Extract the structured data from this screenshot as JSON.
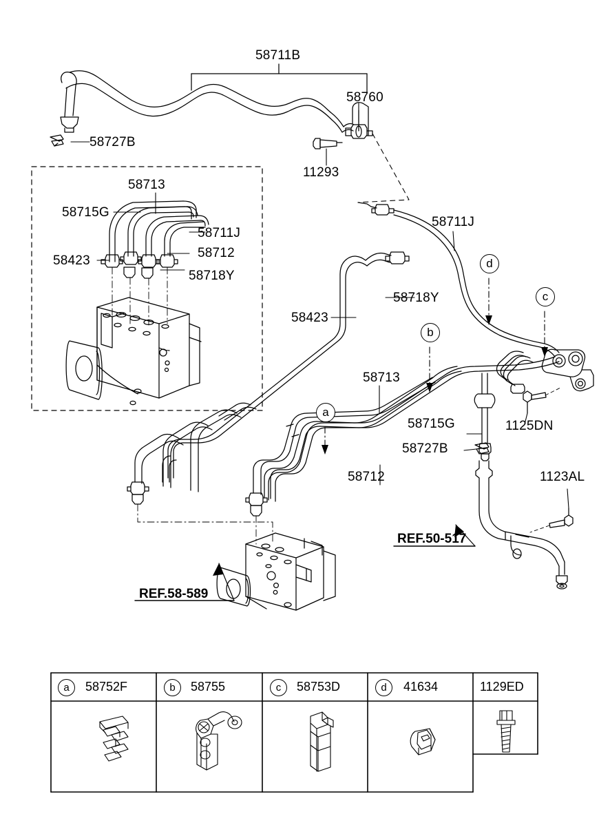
{
  "diagram": {
    "title": "Brake hydraulic line / ABS hydraulic module parts diagram",
    "background_color": "#ffffff",
    "line_color": "#000000"
  },
  "callouts": {
    "top": {
      "line_58711B": "58711B",
      "bracket_58760": "58760",
      "bolt_11293": "11293",
      "clip_58727B_top": "58727B"
    },
    "detail_box": {
      "tube_58713": "58713",
      "clip_58715G": "58715G",
      "tube_58711J": "58711J",
      "tube_58712": "58712",
      "tube_58718Y": "58718Y",
      "tube_58423": "58423"
    },
    "main": {
      "tube_58711J": "58711J",
      "tube_58718Y": "58718Y",
      "tube_58423": "58423",
      "tube_58713": "58713",
      "tube_58712": "58712",
      "clip_58715G": "58715G",
      "clip_58727B": "58727B",
      "bolt_1125DN": "1125DN",
      "bolt_1123AL": "1123AL"
    },
    "references": {
      "ref_lower_left": "REF.58-589",
      "ref_lower_right": "REF.50-517"
    },
    "markers": {
      "a": "a",
      "b": "b",
      "c": "c",
      "d": "d"
    }
  },
  "legend_table": {
    "columns": [
      {
        "marker": "a",
        "part_number": "58752F",
        "icon": "bracket-clip-stack-icon"
      },
      {
        "marker": "b",
        "part_number": "58755",
        "icon": "clamp-lever-icon"
      },
      {
        "marker": "c",
        "part_number": "58753D",
        "icon": "multi-tube-clip-icon"
      },
      {
        "marker": "d",
        "part_number": "41634",
        "icon": "small-clip-icon"
      },
      {
        "marker": "",
        "part_number": "1129ED",
        "icon": "flange-bolt-icon"
      }
    ]
  }
}
